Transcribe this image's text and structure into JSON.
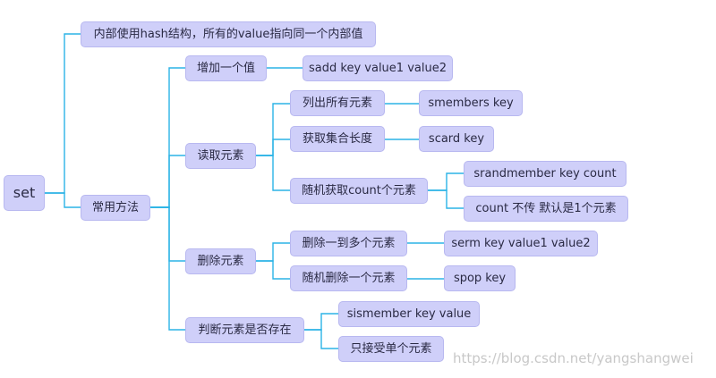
{
  "mindmap": {
    "root": "set",
    "desc": "内部使用hash结构，所有的value指向同一个内部值",
    "methods": "常用方法",
    "add": "增加一个值",
    "add_cmd": "sadd key value1 value2",
    "read": "读取元素",
    "list_all": "列出所有元素",
    "list_all_cmd": "smembers key",
    "get_len": "获取集合长度",
    "get_len_cmd": "scard key",
    "rand_get": "随机获取count个元素",
    "rand_get_cmd": "srandmember key count",
    "rand_get_note": "count 不传 默认是1个元素",
    "delete": "删除元素",
    "del_many": "删除一到多个元素",
    "del_many_cmd": "serm key value1 value2",
    "rand_del": "随机删除一个元素",
    "rand_del_cmd": "spop key",
    "exists": "判断元素是否存在",
    "exists_cmd": "sismember key value",
    "exists_note": "只接受单个元素"
  },
  "watermark": "https://blog.csdn.net/yangshangwei",
  "colors": {
    "node_fill": "#cfcff9",
    "connector": "#2bb3e6",
    "text": "#2a2a44"
  }
}
